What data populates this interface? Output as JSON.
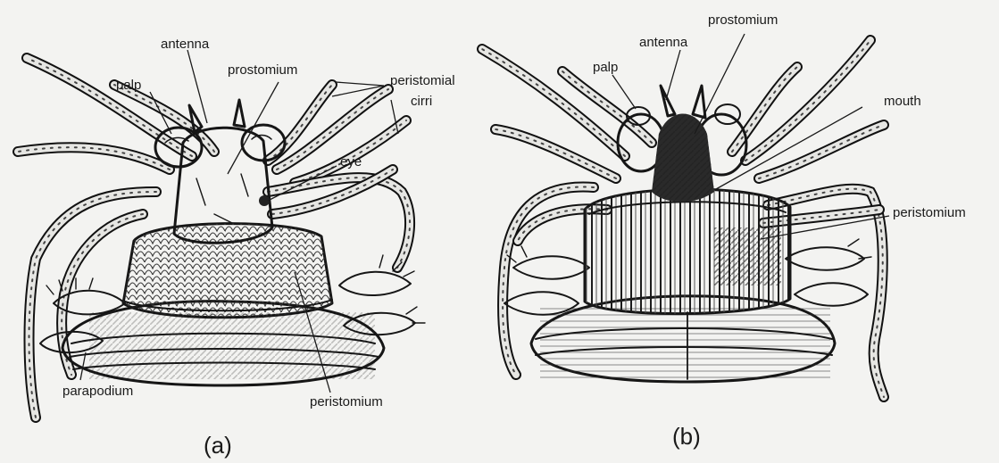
{
  "figure_a": {
    "caption": "(a)",
    "labels": {
      "antenna": "antenna",
      "palp": "palp",
      "prostomium": "prostomium",
      "peristomial_cirri_line1": "peristomial",
      "peristomial_cirri_line2": "cirri",
      "eye": "eye",
      "parapodium": "parapodium",
      "peristomium": "peristomium"
    }
  },
  "figure_b": {
    "caption": "(b)",
    "labels": {
      "palp": "palp",
      "antenna": "antenna",
      "prostomium": "prostomium",
      "mouth": "mouth",
      "peristomium": "peristomium"
    }
  }
}
